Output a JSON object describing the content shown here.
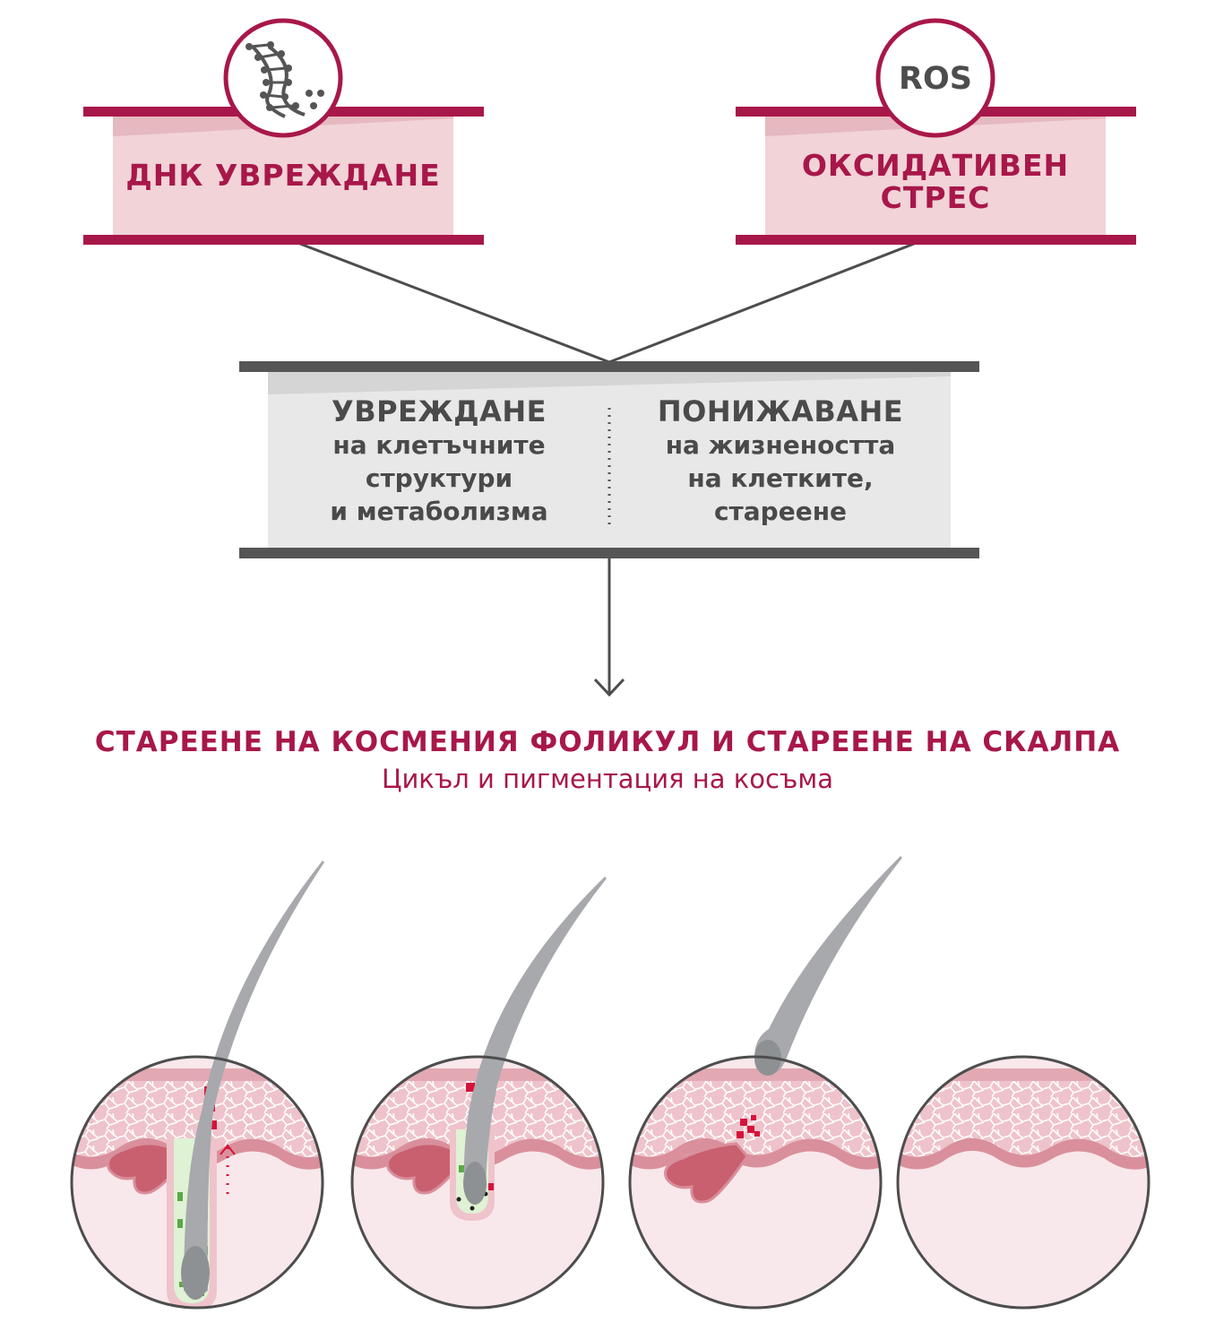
{
  "top_boxes": [
    {
      "label": "ДНК УВРЕЖДАНЕ",
      "icon": "dna-icon"
    },
    {
      "label_line1": "ОКСИДАТИВЕН",
      "label_line2": "СТРЕС",
      "icon_text": "ROS"
    }
  ],
  "middle_box": {
    "left": {
      "heading": "УВРЕЖДАНЕ",
      "line1": "на клетъчните",
      "line2": "структури",
      "line3": "и метаболизма"
    },
    "right": {
      "heading": "ПОНИЖАВАНЕ",
      "line1": "на жизнеността",
      "line2": "на клетките,",
      "line3": "стареене"
    }
  },
  "result": {
    "title": "СТАРЕЕНЕ НА КОСМЕНИЯ ФОЛИКУЛ И СТАРЕЕНЕ НА СКАЛПА",
    "subtitle": "Цикъл и пигментация на косъма"
  },
  "colors": {
    "accent": "#a8174a",
    "pink_fill": "#f1d3d8",
    "gray_fill": "#e8e8e8",
    "dark_gray": "#555555"
  }
}
